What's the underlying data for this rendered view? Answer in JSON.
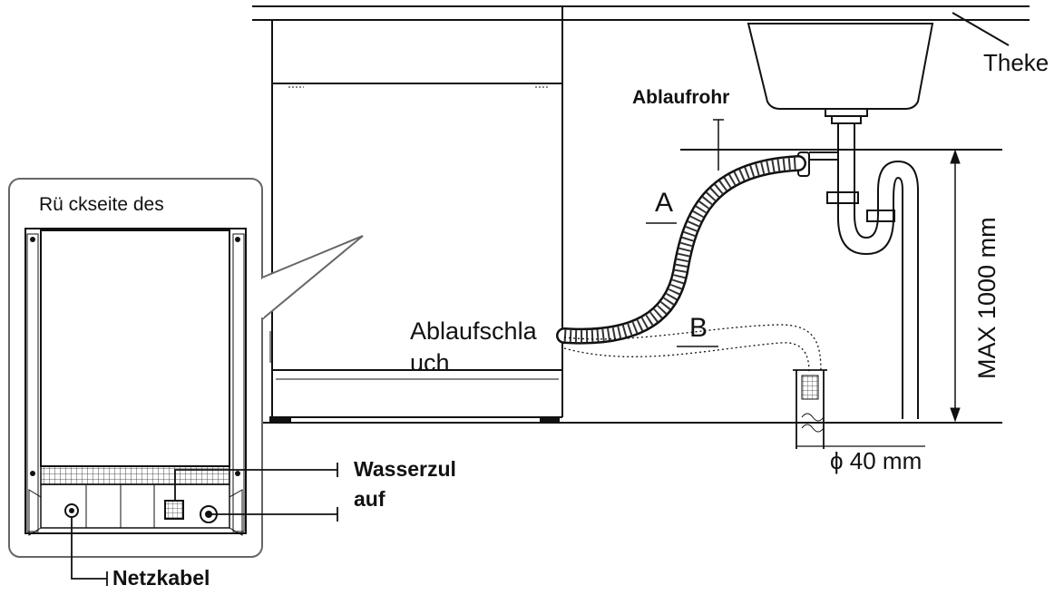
{
  "labels": {
    "counter": "Theke",
    "drain_pipe": "Ablaufrohr",
    "route_a": "A",
    "route_b": "B",
    "back_side": "Rü ckseite des",
    "drain_hose_line1": "Ablaufschla",
    "drain_hose_line2": "uch",
    "max_height": "MAX 1000 mm",
    "diameter": "ϕ 40 mm",
    "water_inlet_line1": "Wasserzul",
    "water_inlet_line2": "auf",
    "power_cable": "Netzkabel"
  },
  "colors": {
    "line": "#111111",
    "panel_border": "#666666",
    "background": "#ffffff"
  }
}
